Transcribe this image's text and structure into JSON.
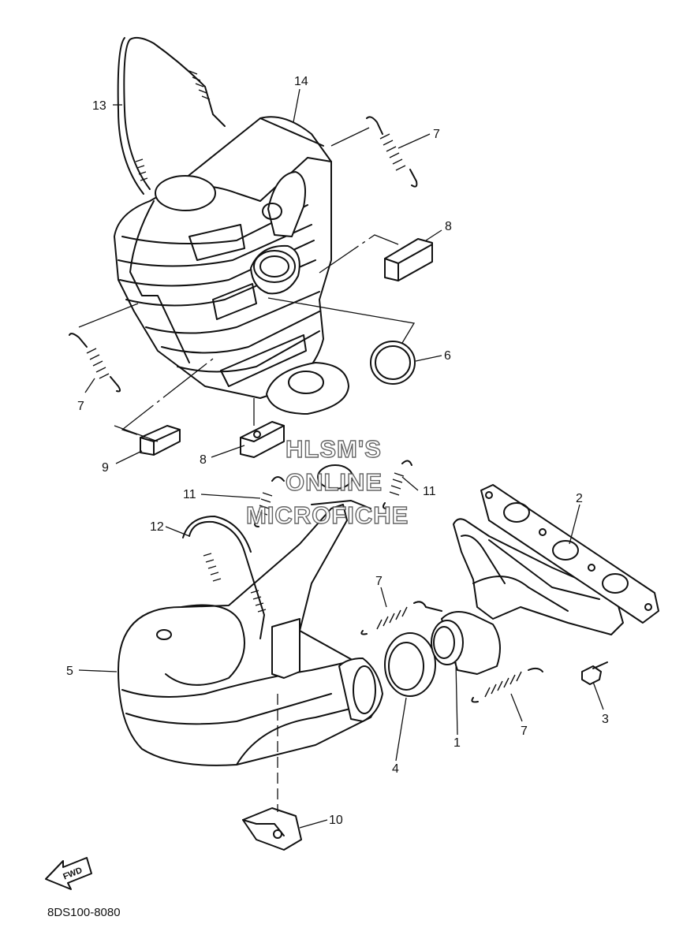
{
  "diagram_code": "8DS100-8080",
  "watermark": {
    "line1": "HLSM'S",
    "line2": "ONLINE",
    "line3": "MICROFICHE"
  },
  "fwd_label": "FWD",
  "callouts": [
    {
      "id": "c13",
      "label": "13"
    },
    {
      "id": "c14",
      "label": "14"
    },
    {
      "id": "c7a",
      "label": "7"
    },
    {
      "id": "c8a",
      "label": "8"
    },
    {
      "id": "c6",
      "label": "6"
    },
    {
      "id": "c7b",
      "label": "7"
    },
    {
      "id": "c9",
      "label": "9"
    },
    {
      "id": "c8b",
      "label": "8"
    },
    {
      "id": "c11a",
      "label": "11"
    },
    {
      "id": "c11b",
      "label": "11"
    },
    {
      "id": "c12",
      "label": "12"
    },
    {
      "id": "c2",
      "label": "2"
    },
    {
      "id": "c7c",
      "label": "7"
    },
    {
      "id": "c5",
      "label": "5"
    },
    {
      "id": "c1",
      "label": "1"
    },
    {
      "id": "c3",
      "label": "3"
    },
    {
      "id": "c7d",
      "label": "7"
    },
    {
      "id": "c4",
      "label": "4"
    },
    {
      "id": "c10",
      "label": "10"
    }
  ]
}
